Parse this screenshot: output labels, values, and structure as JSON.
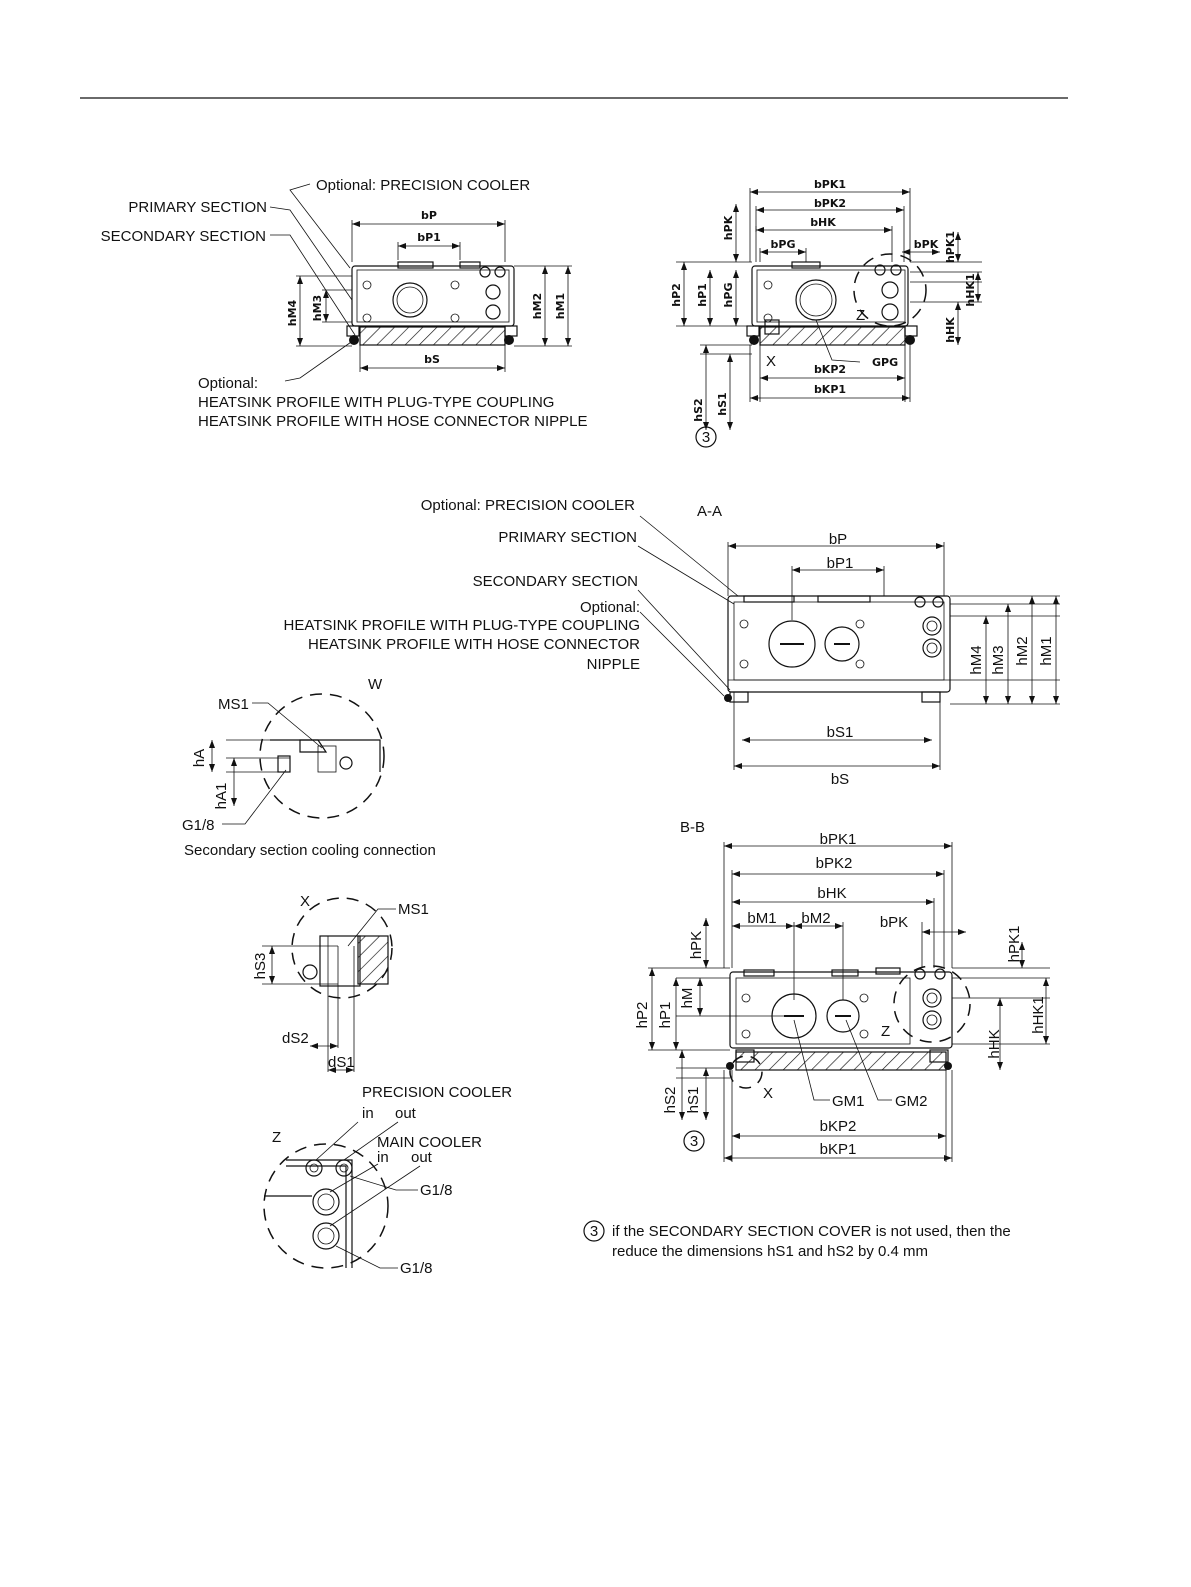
{
  "views": {
    "top_left": {
      "callout_precision_cooler": "Optional: PRECISION COOLER",
      "callout_primary": "PRIMARY SECTION",
      "callout_secondary": "SECONDARY SECTION",
      "callout_optional": "Optional:",
      "callout_heatsink_plug": "HEATSINK PROFILE WITH PLUG-TYPE COUPLING",
      "callout_heatsink_hose": "HEATSINK PROFILE WITH HOSE CONNECTOR NIPPLE",
      "dims": {
        "bP": "bP",
        "bP1": "bP1",
        "bS": "bS",
        "hM4": "hM4",
        "hM3": "hM3",
        "hM2": "hM2",
        "hM1": "hM1"
      }
    },
    "top_right": {
      "dims": {
        "bPK1": "bPK1",
        "bPK2": "bPK2",
        "bHK": "bHK",
        "bPG": "bPG",
        "bPK": "bPK",
        "hPK1": "hPK1",
        "hHK1": "hHK1",
        "hHK": "hHK",
        "hPK": "hPK",
        "hP2": "hP2",
        "hP1": "hP1",
        "hPG": "hPG",
        "bKP2": "bKP2",
        "bKP1": "bKP1",
        "hS2": "hS2",
        "hS1": "hS1",
        "GPG": "GPG",
        "X": "X",
        "Z": "Z"
      },
      "note_marker": "3"
    },
    "section_aa": {
      "title": "A-A",
      "callout_precision_cooler": "Optional: PRECISION COOLER",
      "callout_primary": "PRIMARY SECTION",
      "callout_secondary": "SECONDARY SECTION",
      "callout_optional": "Optional:",
      "callout_heatsink_plug": "HEATSINK PROFILE WITH PLUG-TYPE COUPLING",
      "callout_heatsink_hose_1": "HEATSINK PROFILE WITH HOSE CONNECTOR",
      "callout_heatsink_hose_2": "NIPPLE",
      "dims": {
        "bP": "bP",
        "bP1": "bP1",
        "bS1": "bS1",
        "bS": "bS",
        "hM4": "hM4",
        "hM3": "hM3",
        "hM2": "hM2",
        "hM1": "hM1"
      }
    },
    "detail_w": {
      "title": "W",
      "ms1": "MS1",
      "hA": "hA",
      "hA1": "hA1",
      "g18": "G1/8",
      "caption": "Secondary section cooling connection"
    },
    "detail_x": {
      "title": "X",
      "ms1": "MS1",
      "hS3": "hS3",
      "dS2": "dS2",
      "dS1": "dS1"
    },
    "detail_z": {
      "title": "Z",
      "precision_cooler": "PRECISION COOLER",
      "pc_in": "in",
      "pc_out": "out",
      "main_cooler": "MAIN COOLER",
      "mc_in": "in",
      "mc_out": "out",
      "g18_a": "G1/8",
      "g18_b": "G1/8"
    },
    "section_bb": {
      "title": "B-B",
      "dims": {
        "bPK1": "bPK1",
        "bPK2": "bPK2",
        "bHK": "bHK",
        "bM1": "bM1",
        "bM2": "bM2",
        "bPK": "bPK",
        "hPK": "hPK",
        "hPK1": "hPK1",
        "hP2": "hP2",
        "hP1": "hP1",
        "hM": "hM",
        "hHK1": "hHK1",
        "hHK": "hHK",
        "hS2": "hS2",
        "hS1": "hS1",
        "bKP2": "bKP2",
        "bKP1": "bKP1",
        "GM1": "GM1",
        "GM2": "GM2",
        "X": "X",
        "Z": "Z"
      },
      "note_marker": "3"
    }
  },
  "footnote": {
    "marker": "3",
    "line1": "if the SECONDARY SECTION COVER is not used, then the",
    "line2": "reduce the dimensions hS1 and hS2 by 0.4 mm"
  }
}
